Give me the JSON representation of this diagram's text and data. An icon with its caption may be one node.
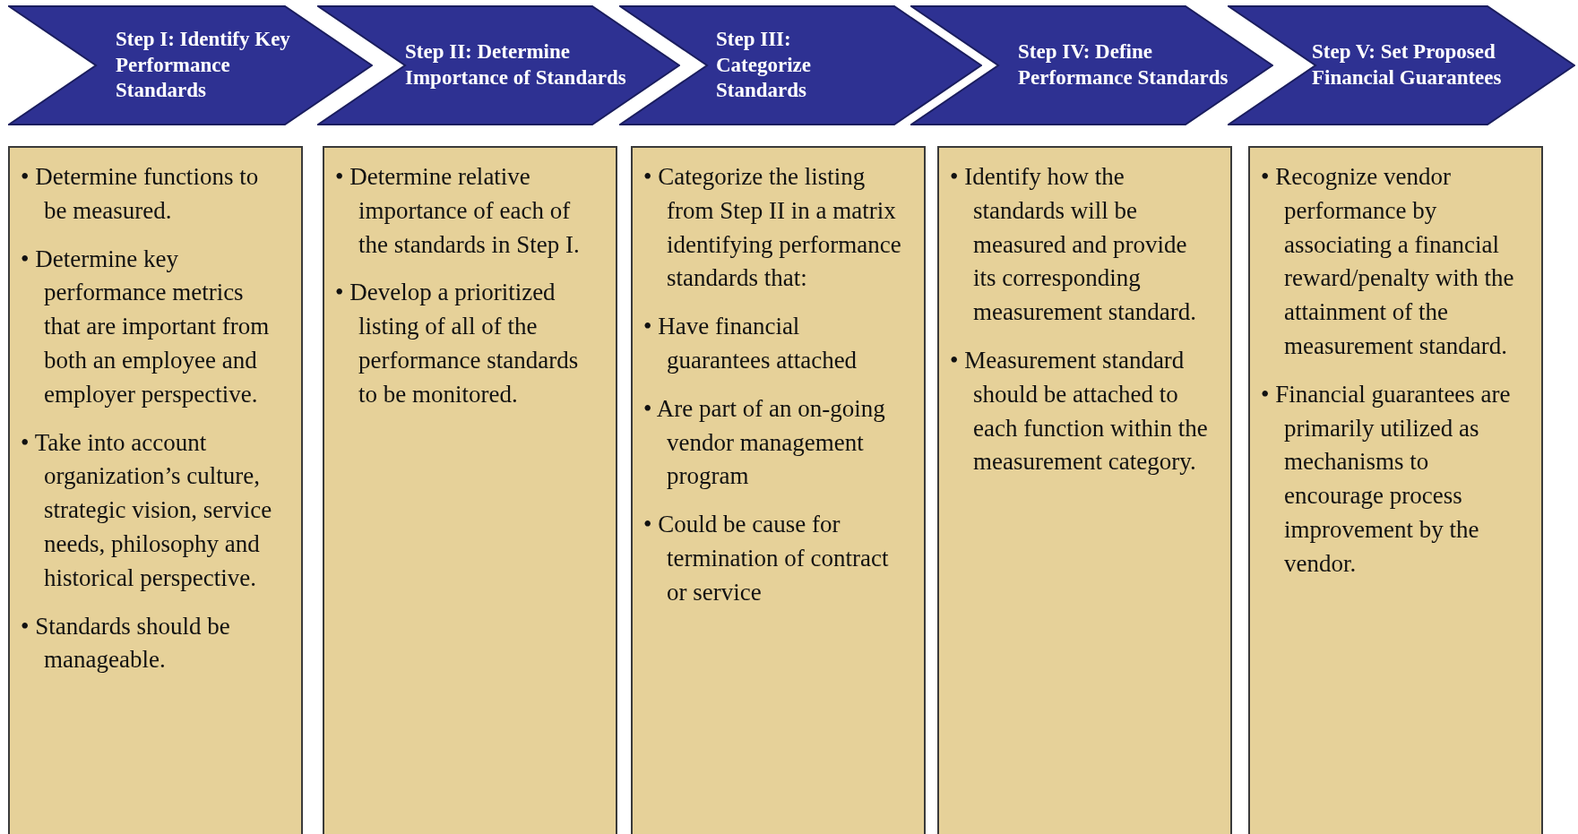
{
  "diagram": {
    "nodes": [
      {
        "text": [
          "Step I: Identify Key Performance Standards"
        ]
      },
      {
        "text": [
          "Step II: Determine Importance of Standards"
        ]
      },
      {
        "text": [
          "Step III: Categorize Standards"
        ]
      },
      {
        "text": [
          "Step IV: Define Performance Standards"
        ]
      },
      {
        "text": [
          "Step V: Set Proposed Financial Guarantees"
        ]
      },
      {
        "text": [
          "• Determine functions to be measured.",
          "• Determine key performance metrics that are important from both an employee and employer perspective.",
          "• Take into account organization’s culture, strategic vision, service needs, philosophy and historical perspective.",
          "• Standards should be manageable."
        ]
      },
      {
        "text": [
          "• Determine relative importance of each of the standards in Step I.",
          "• Develop a prioritized listing of all of the performance standards to be monitored."
        ]
      },
      {
        "text": [
          "• Categorize the listing from Step II in a matrix identifying performance standards that:",
          "• Have financial guarantees attached",
          "• Are part of an on-going vendor management program",
          "• Could be cause for termination of contract or service"
        ]
      },
      {
        "text": [
          "• Identify how the standards will be measured and provide its corresponding measurement standard.",
          "• Measurement standard should be attached to each function within the measurement category."
        ]
      },
      {
        "text": [
          "• Recognize vendor performance by associating a financial reward/penalty with the attainment of the measurement standard.",
          "• Financial guarantees are primarily utilized as mechanisms to encourage process improvement by the vendor."
        ]
      }
    ]
  }
}
